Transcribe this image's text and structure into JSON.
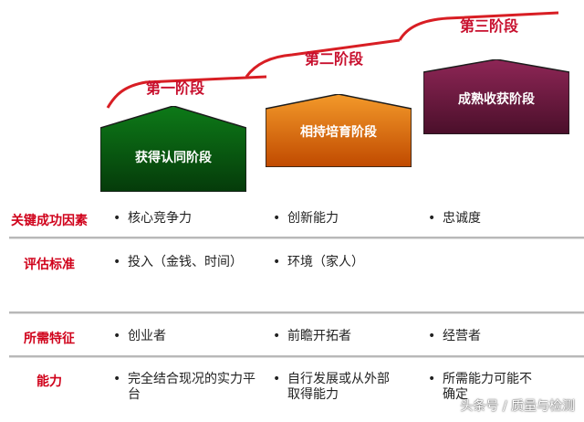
{
  "stages": [
    {
      "title": "第一阶段",
      "box_label": "获得认同阶段",
      "color_top": "#0d7a18",
      "color_bottom": "#053b0a"
    },
    {
      "title": "第二阶段",
      "box_label": "相持培育阶段",
      "color_top": "#f08a1c",
      "color_bottom": "#c04a00"
    },
    {
      "title": "第三阶段",
      "box_label": "成熟收获阶段",
      "color_top": "#8a2453",
      "color_bottom": "#4a0f2a"
    }
  ],
  "rows": [
    {
      "label": "关键成功因素",
      "cells": [
        "核心竞争力",
        "创新能力",
        "忠诚度"
      ]
    },
    {
      "label": "评估标准",
      "cells": [
        "投入（金钱、时间）",
        "环境（家人）",
        ""
      ]
    },
    {
      "label": "所需特征",
      "cells": [
        "创业者",
        "前瞻开拓者",
        "经营者"
      ]
    },
    {
      "label": "能力",
      "cells": [
        "完全结合现况的实力平台",
        "自行发展或从外部取得能力",
        "所需能力可能不确定"
      ]
    }
  ],
  "bullet": "•",
  "watermark": "头条号 / 质量与检测",
  "accent_red": "#d0021b"
}
